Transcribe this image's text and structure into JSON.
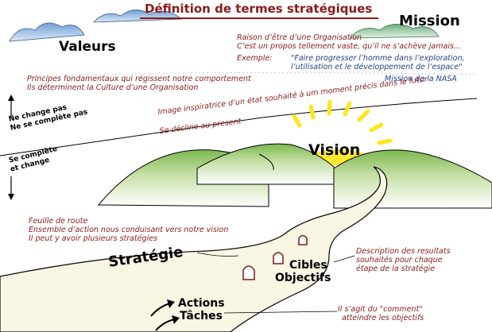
{
  "title": "Définition de termes stratégiques",
  "mission": {
    "title": "Mission",
    "line1": "Raison d’être d’une Organisation",
    "line2": "C’est un propos tellement vaste, qu’il ne s’achève jamais...",
    "example_label": "Exemple:",
    "example_line1": "\"Faire progresser l’homme dans l’exploration,",
    "example_line2": "l’utilisation et le développement de l’espace\"",
    "example_source": "Mission de la NASA"
  },
  "valeurs": {
    "title": "Valeurs",
    "line1": "Principes fondamentaux qui régissent notre comportement",
    "line2": "Ils déterminent la Culture d’une Organisation"
  },
  "vision": {
    "title": "Vision",
    "line1": "Image inspiratrice d’un état souhaité à um moment précis dans le futur",
    "line2": "Se décline au present"
  },
  "side": {
    "no_change_1": "Ne change pas",
    "no_change_2": "Ne se complète pas",
    "change_1": "Se complète",
    "change_2": "et change"
  },
  "strategie": {
    "title": "Stratégie",
    "line1": "Feuille de route",
    "line2": "Ensemble d’action nous conduisant vers notre vision",
    "line3": "Il peut y avoir plusieurs stratégies"
  },
  "cibles": {
    "title1": "Cibles",
    "title2": "Objectifs",
    "line1": "Description des resultats",
    "line2": "souhaités pour chaque",
    "line3": "étape de la stratégie"
  },
  "actions": {
    "title1": "Actions",
    "title2": "Tâches",
    "line1": "Il s’agit du \"comment\"",
    "line2": "atteindre les objectifs"
  },
  "colors": {
    "accent_red": "#8b1a1a",
    "text_blue": "#1f3f8c",
    "hill_green": "#8fc36a",
    "sun_yellow": "#ffe61a",
    "cloud_blue": "#7fa8d8",
    "road_cream": "#faf6e4"
  }
}
